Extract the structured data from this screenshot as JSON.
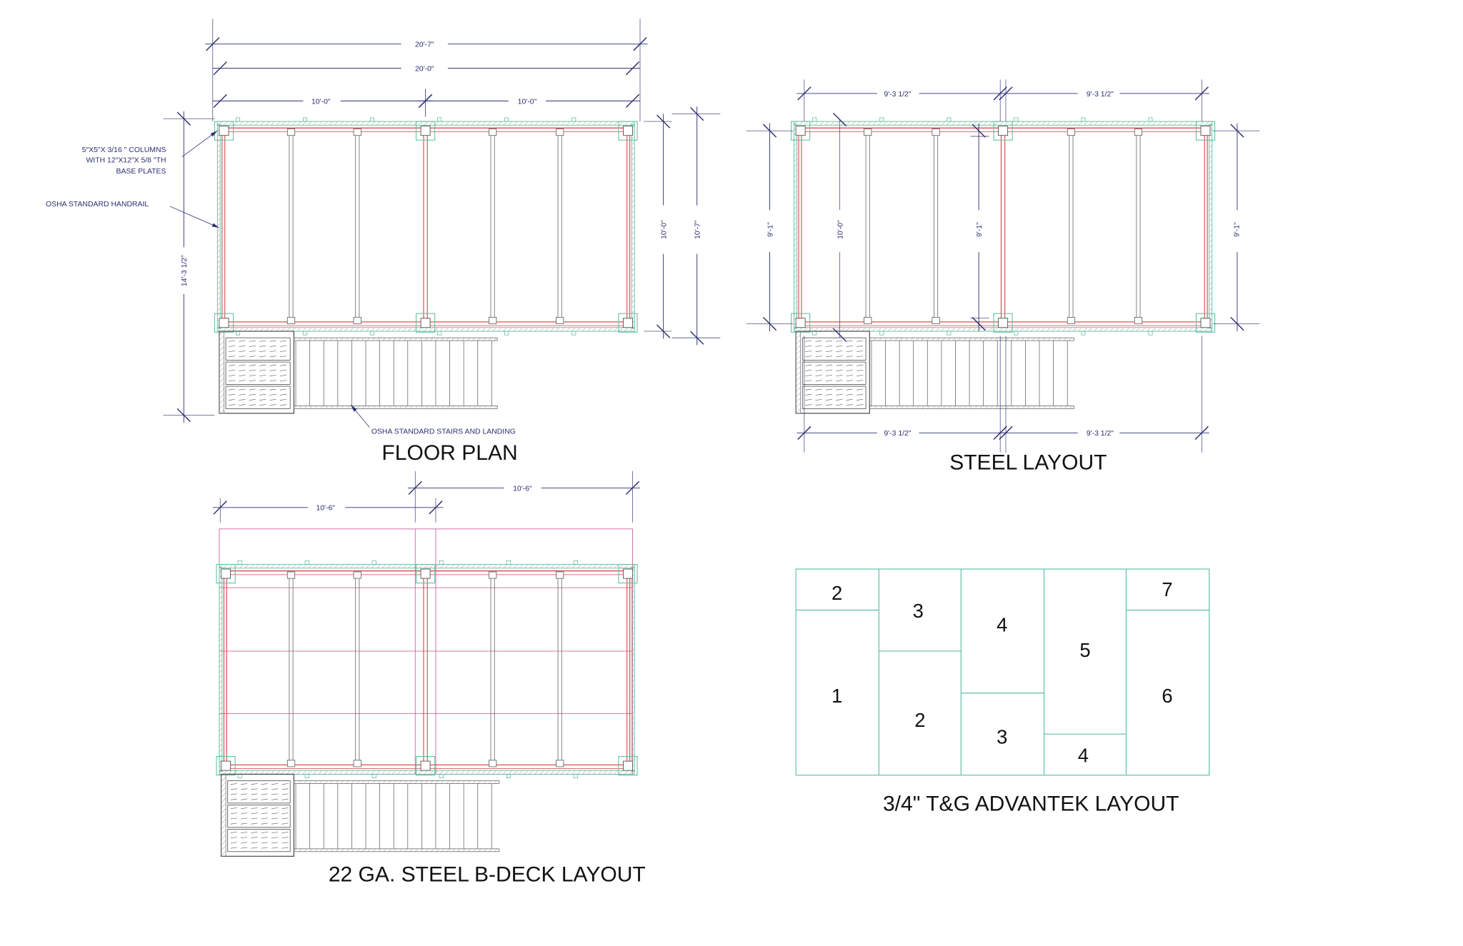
{
  "colors": {
    "dimension": "#2b3070",
    "column": "#5fbf9f",
    "beam": "#d04040",
    "joist": "#777777",
    "deck": "#c0508a",
    "panel": "#5fbfa8"
  },
  "floor_plan": {
    "title": "FLOOR PLAN",
    "dims": {
      "overall_outer": "20'-7\"",
      "overall": "20'-0\"",
      "bay_left": "10'-0\"",
      "bay_right": "10'-0\"",
      "left_height": "14'-3 1/2\"",
      "right_inner": "10'-0\"",
      "right_outer": "10'-7\""
    },
    "notes": {
      "columns_line1": "5\"X5\"X 3/16 \" COLUMNS",
      "columns_line2": "WITH 12\"X12\"X 5/8 \"TH",
      "columns_line3": "BASE PLATES",
      "handrail": "OSHA STANDARD HANDRAIL",
      "stairs": "OSHA STANDARD STAIRS AND LANDING"
    }
  },
  "steel_layout": {
    "title": "STEEL LAYOUT",
    "dims": {
      "top_left": "9'-3 1/2\"",
      "top_right": "9'-3 1/2\"",
      "bottom_left": "9'-3 1/2\"",
      "bottom_right": "9'-3 1/2\"",
      "left": "9'-1\"",
      "inner": "10'-0\"",
      "middle": "9'-1\"",
      "right": "9'-1\""
    }
  },
  "deck_layout": {
    "title": "22 GA. STEEL B-DECK LAYOUT",
    "dims": {
      "left": "10'-6\"",
      "right": "10'-6\""
    }
  },
  "advantek_layout": {
    "title": "3/4\" T&G ADVANTEK LAYOUT",
    "panels": [
      "2",
      "1",
      "3",
      "2",
      "4",
      "3",
      "5",
      "4",
      "7",
      "6"
    ]
  }
}
